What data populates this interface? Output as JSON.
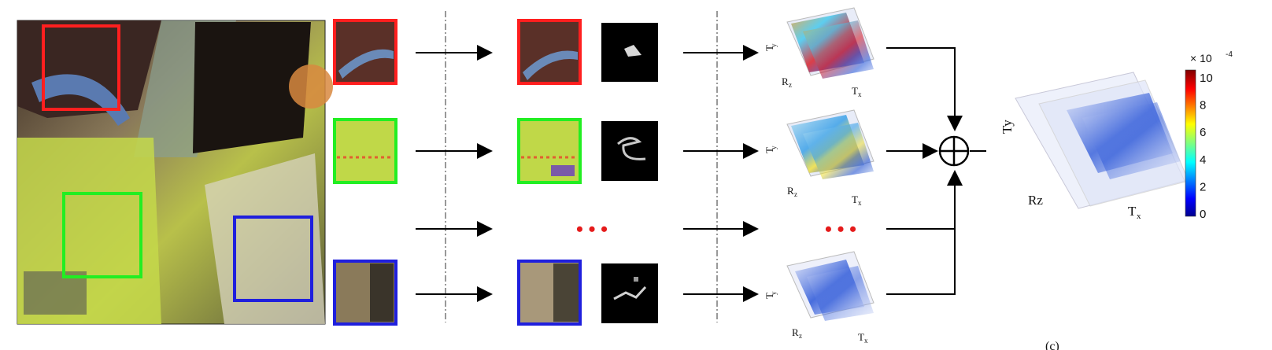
{
  "colors": {
    "red_box": "#ff1f1f",
    "green_box": "#22ee22",
    "blue_box": "#1f1fdd",
    "dots": "#e51b1b",
    "arrow": "#000000"
  },
  "axes": {
    "row_ty": "T",
    "row_ty_sub": "y",
    "row_rz": "R",
    "row_rz_sub": "z",
    "row_tx": "T",
    "row_tx_sub": "x",
    "big_ty": "Ty",
    "big_rz": "Rz",
    "big_tx": "T",
    "big_tx_sub": "x"
  },
  "colorbar": {
    "exponent_prefix": "× 10",
    "exponent": "-4",
    "ticks": [
      "10",
      "8",
      "6",
      "4",
      "2",
      "0"
    ],
    "colormap": "jet"
  },
  "ellipsis": "• • •",
  "operator": "⊕",
  "bottom_right_label": "(c)"
}
